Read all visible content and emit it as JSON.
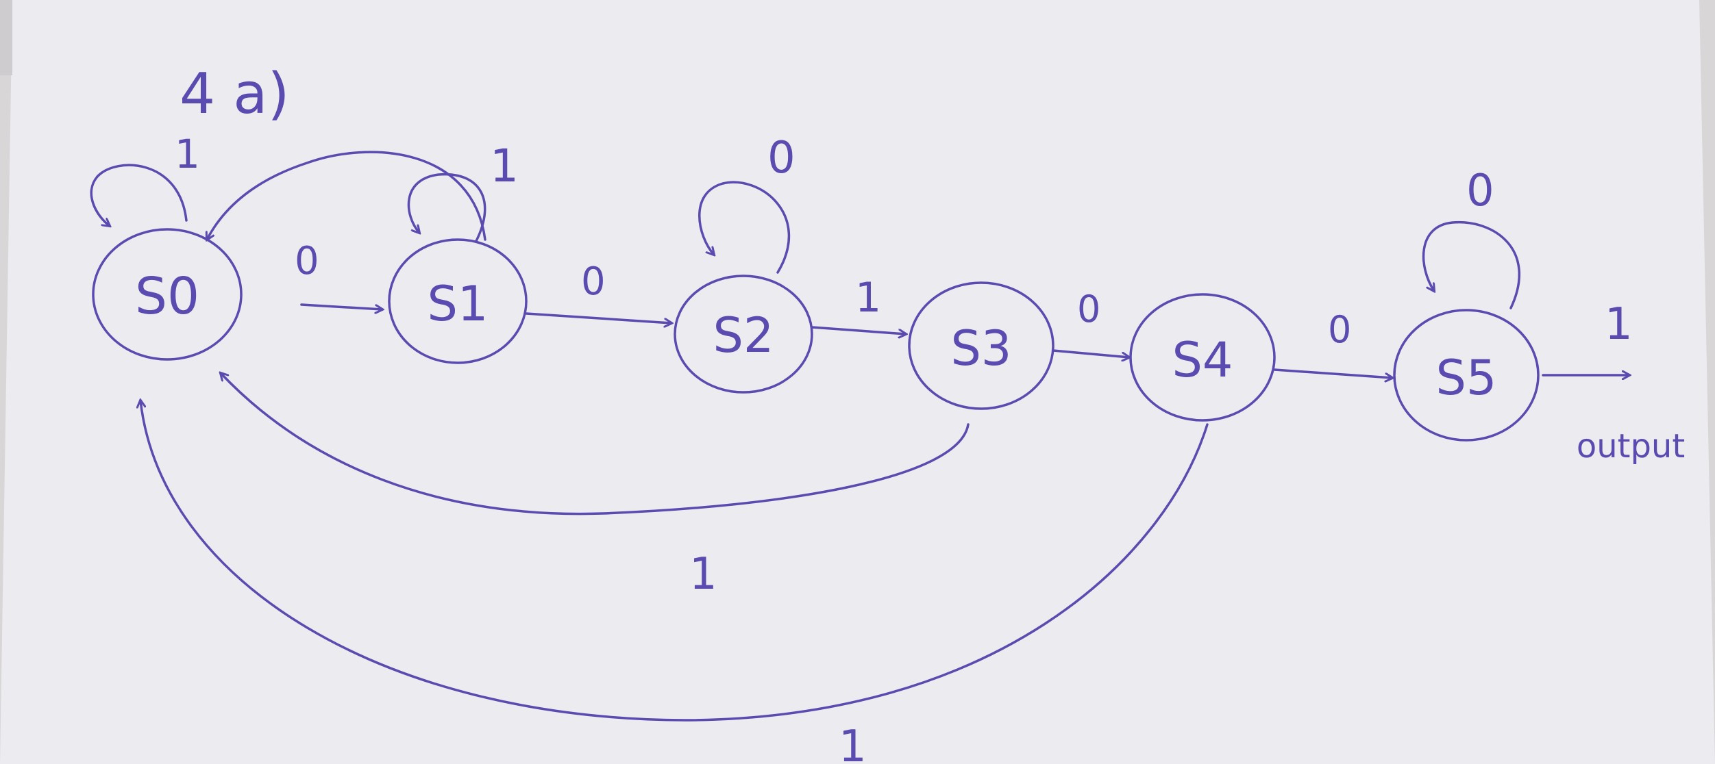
{
  "diagram": {
    "heading": "4 a)",
    "ink_color": "#5a4bb0",
    "paper_color": "#ecebf0",
    "states": [
      {
        "id": "s0",
        "label": "S0"
      },
      {
        "id": "s1",
        "label": "S1"
      },
      {
        "id": "s2",
        "label": "S2"
      },
      {
        "id": "s3",
        "label": "S3"
      },
      {
        "id": "s4",
        "label": "S4"
      },
      {
        "id": "s5",
        "label": "S5"
      }
    ],
    "transitions": [
      {
        "from": "S0",
        "to": "S0",
        "label": "1"
      },
      {
        "from": "S0",
        "to": "S1",
        "label": "0"
      },
      {
        "from": "S1",
        "to": "S1",
        "label": "1"
      },
      {
        "from": "S1",
        "to": "S0",
        "label": ""
      },
      {
        "from": "S1",
        "to": "S2",
        "label": "0"
      },
      {
        "from": "S2",
        "to": "S2",
        "label": "0"
      },
      {
        "from": "S2",
        "to": "S3",
        "label": "1"
      },
      {
        "from": "S3",
        "to": "S4",
        "label": "0"
      },
      {
        "from": "S3",
        "to": "S0",
        "label": "1"
      },
      {
        "from": "S4",
        "to": "S5",
        "label": "0"
      },
      {
        "from": "S4",
        "to": "S0",
        "label": "1"
      },
      {
        "from": "S5",
        "to": "S5",
        "label": "0"
      },
      {
        "from": "S5",
        "to": "output",
        "label": "1"
      }
    ],
    "output_label": "output"
  }
}
